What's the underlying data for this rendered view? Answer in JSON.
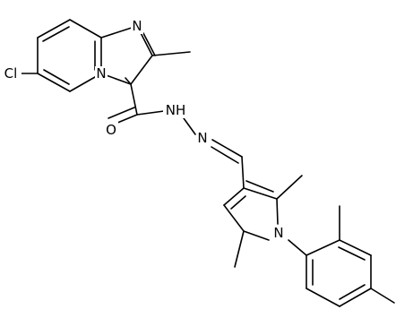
{
  "molecule": {
    "atoms": {
      "cl": "Cl",
      "n_imidazole": "N",
      "n_bridge": "N",
      "o_carbonyl": "O",
      "nh_hydrazide": "NH",
      "n_imine": "N",
      "n_pyrrole": "N"
    }
  }
}
